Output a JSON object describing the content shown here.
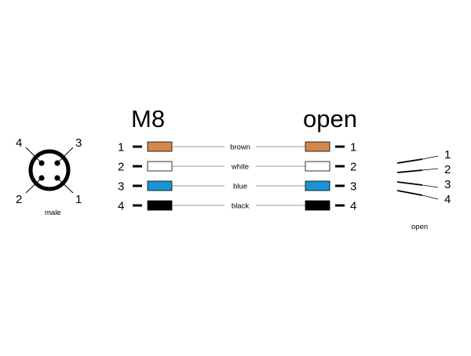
{
  "connector": {
    "pins": [
      "1",
      "2",
      "3",
      "4"
    ],
    "label": "male"
  },
  "cable": {
    "left_header": "M8",
    "right_header": "open",
    "rows": [
      {
        "left_pin": "1",
        "color_name": "brown",
        "right_pin": "1",
        "color": "#d4874a"
      },
      {
        "left_pin": "2",
        "color_name": "white",
        "right_pin": "2",
        "color": "#ffffff"
      },
      {
        "left_pin": "3",
        "color_name": "blue",
        "right_pin": "3",
        "color": "#1a94d4"
      },
      {
        "left_pin": "4",
        "color_name": "black",
        "right_pin": "4",
        "color": "#000000"
      }
    ]
  },
  "open_end": {
    "pins": [
      "1",
      "2",
      "3",
      "4"
    ],
    "label": "open"
  }
}
